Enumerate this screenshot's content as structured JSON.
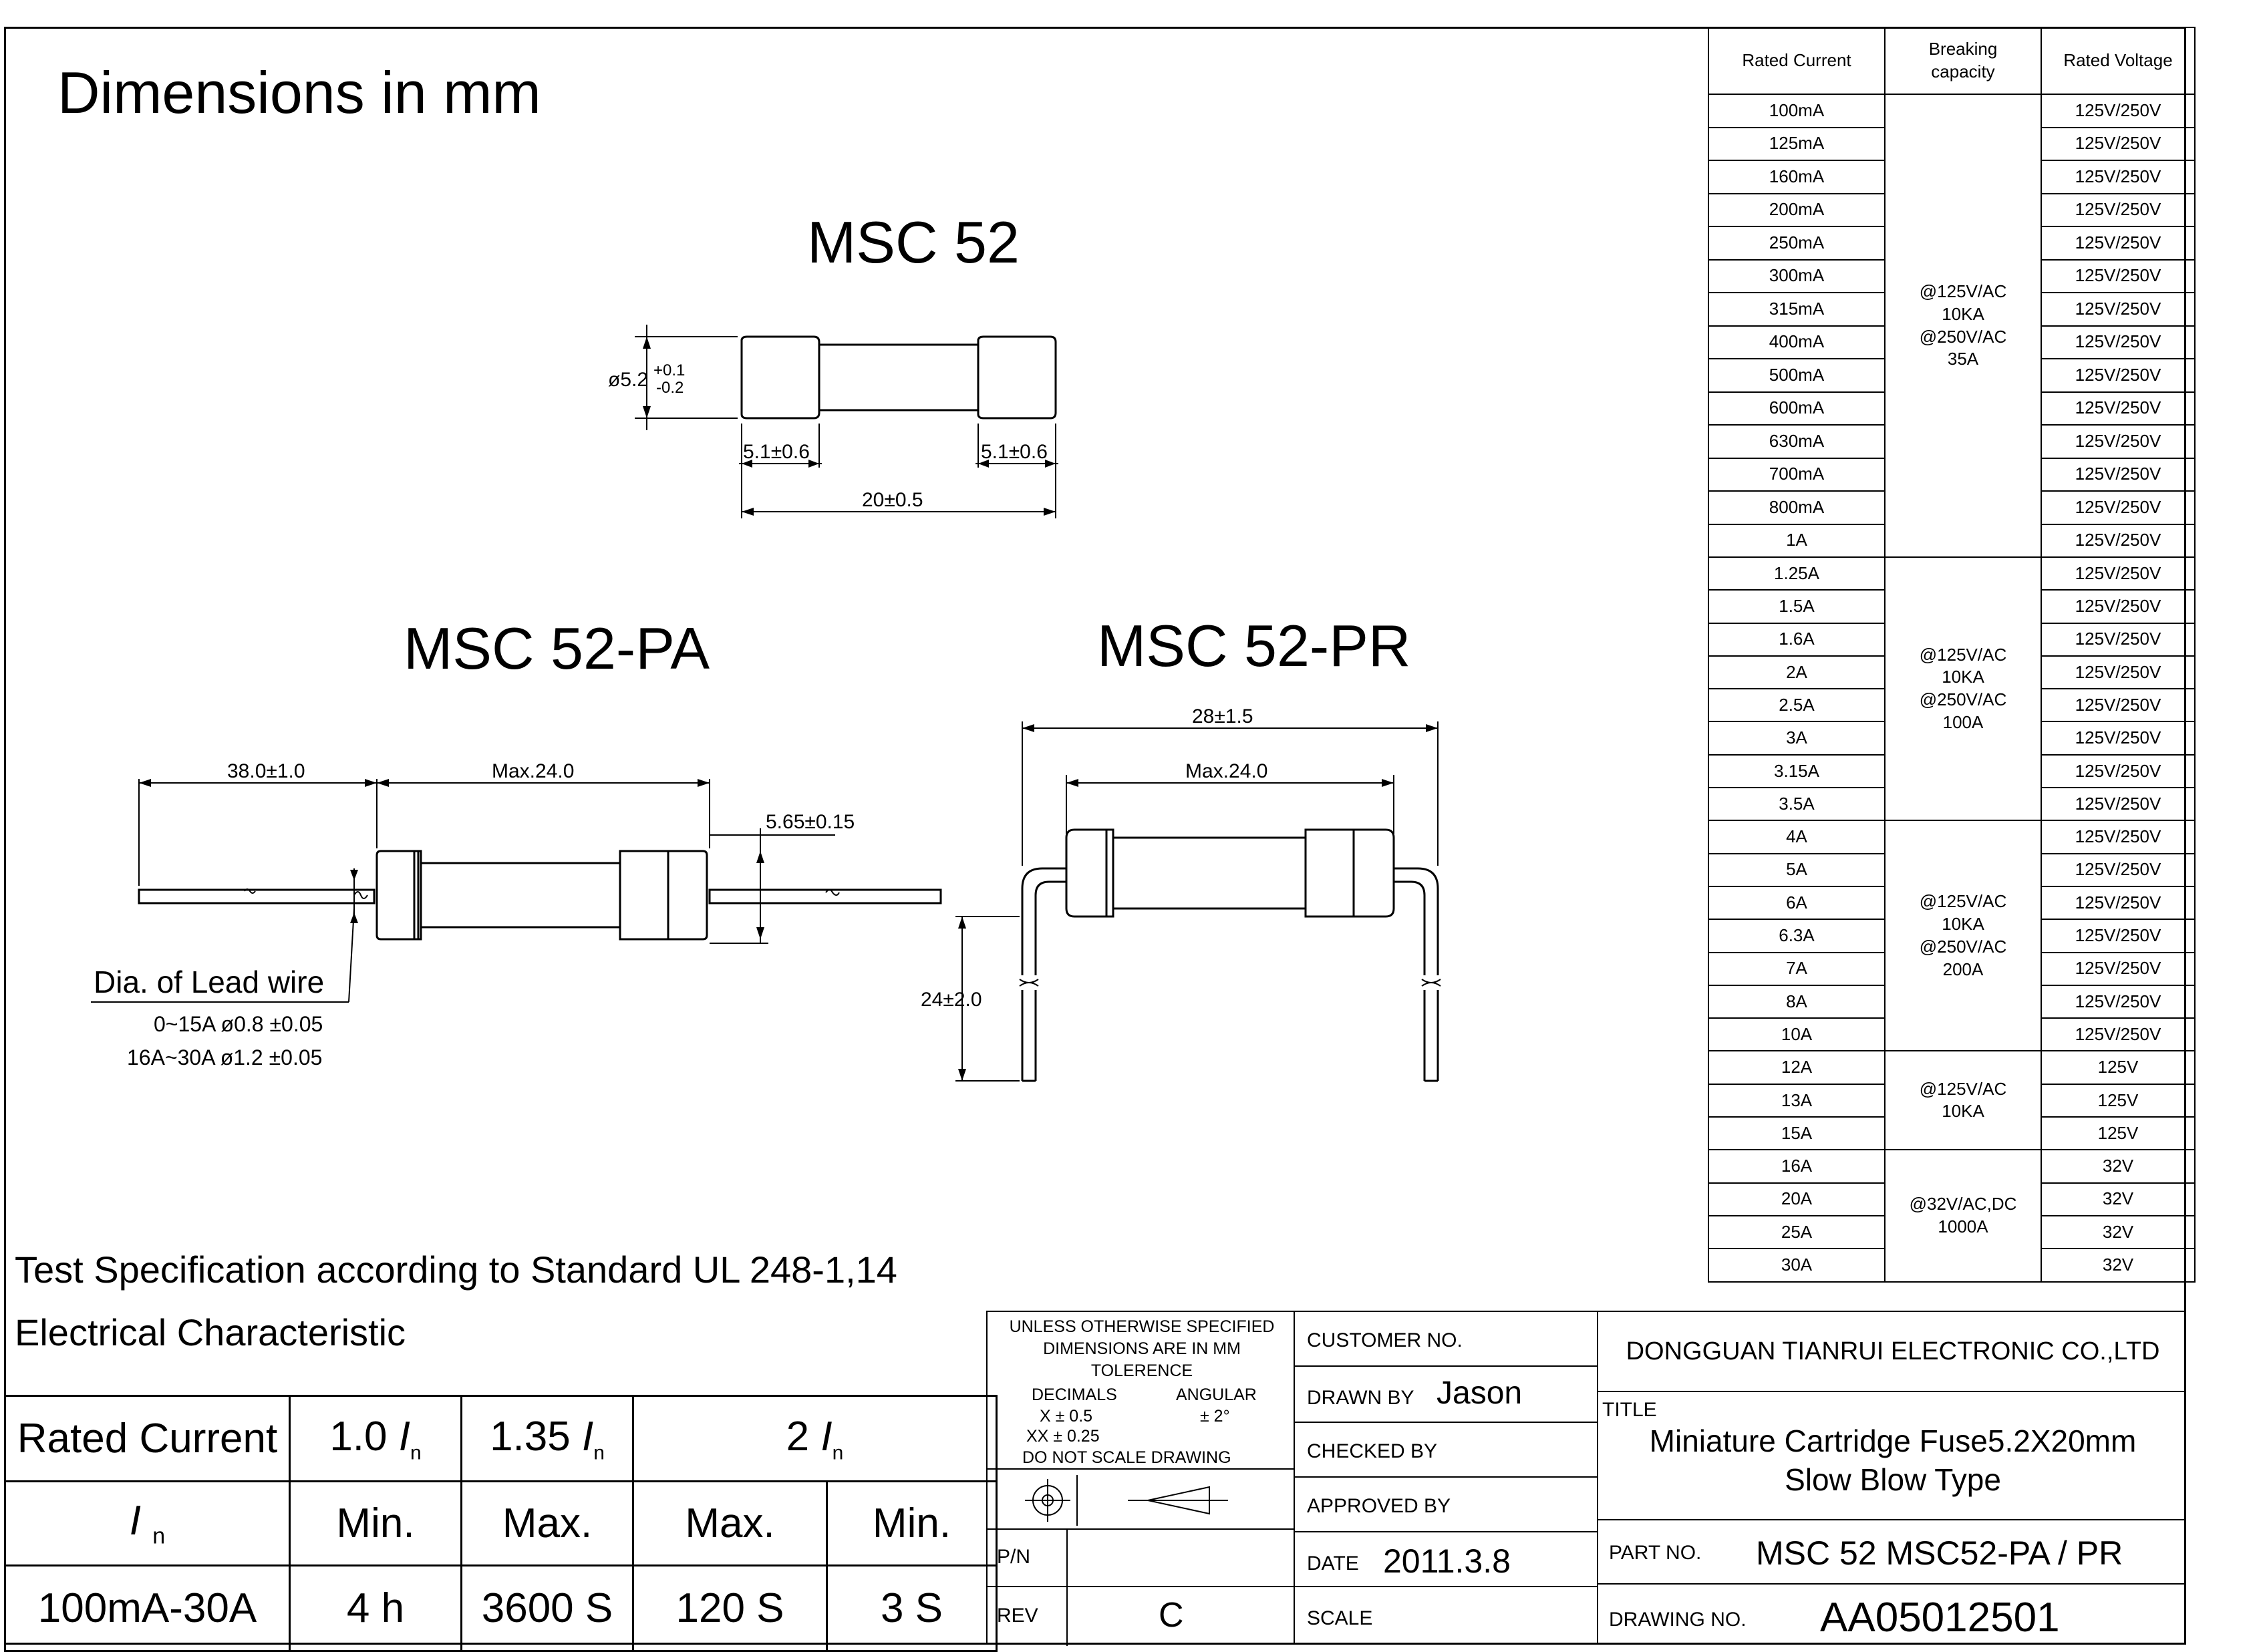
{
  "header": {
    "dimensions_note": "Dimensions in mm"
  },
  "drawings": {
    "msc52": {
      "title": "MSC 52",
      "diameter_main": "ø5.2",
      "diameter_tol_plus": "+0.1",
      "diameter_tol_minus": "-0.2",
      "cap_left": "5.1±0.6",
      "cap_right": "5.1±0.6",
      "length": "20±0.5"
    },
    "msc52pa": {
      "title": "MSC 52-PA",
      "lead_length": "38.0±1.0",
      "body_max": "Max.24.0",
      "cap_dia": "5.65±0.15",
      "lead_wire_title": "Dia. of Lead wire",
      "lead_wire_1": "0~15A ø0.8 ±0.05",
      "lead_wire_2": "16A~30A ø1.2 ±0.05"
    },
    "msc52pr": {
      "title": "MSC 52-PR",
      "overall": "28±1.5",
      "body_max": "Max.24.0",
      "lead_height": "24±2.0"
    }
  },
  "rating_table": {
    "headers": {
      "current": "Rated Current",
      "breaking": "Breaking\ncapacity",
      "voltage": "Rated Voltage"
    },
    "rows": [
      {
        "current": "100mA",
        "voltage": "125V/250V"
      },
      {
        "current": "125mA",
        "voltage": "125V/250V"
      },
      {
        "current": "160mA",
        "voltage": "125V/250V"
      },
      {
        "current": "200mA",
        "voltage": "125V/250V"
      },
      {
        "current": "250mA",
        "voltage": "125V/250V"
      },
      {
        "current": "300mA",
        "voltage": "125V/250V"
      },
      {
        "current": "315mA",
        "voltage": "125V/250V"
      },
      {
        "current": "400mA",
        "voltage": "125V/250V"
      },
      {
        "current": "500mA",
        "voltage": "125V/250V"
      },
      {
        "current": "600mA",
        "voltage": "125V/250V"
      },
      {
        "current": "630mA",
        "voltage": "125V/250V"
      },
      {
        "current": "700mA",
        "voltage": "125V/250V"
      },
      {
        "current": "800mA",
        "voltage": "125V/250V"
      },
      {
        "current": "1A",
        "voltage": "125V/250V"
      },
      {
        "current": "1.25A",
        "voltage": "125V/250V"
      },
      {
        "current": "1.5A",
        "voltage": "125V/250V"
      },
      {
        "current": "1.6A",
        "voltage": "125V/250V"
      },
      {
        "current": "2A",
        "voltage": "125V/250V"
      },
      {
        "current": "2.5A",
        "voltage": "125V/250V"
      },
      {
        "current": "3A",
        "voltage": "125V/250V"
      },
      {
        "current": "3.15A",
        "voltage": "125V/250V"
      },
      {
        "current": "3.5A",
        "voltage": "125V/250V"
      },
      {
        "current": "4A",
        "voltage": "125V/250V"
      },
      {
        "current": "5A",
        "voltage": "125V/250V"
      },
      {
        "current": "6A",
        "voltage": "125V/250V"
      },
      {
        "current": "6.3A",
        "voltage": "125V/250V"
      },
      {
        "current": "7A",
        "voltage": "125V/250V"
      },
      {
        "current": "8A",
        "voltage": "125V/250V"
      },
      {
        "current": "10A",
        "voltage": "125V/250V"
      },
      {
        "current": "12A",
        "voltage": "125V"
      },
      {
        "current": "13A",
        "voltage": "125V"
      },
      {
        "current": "15A",
        "voltage": "125V"
      },
      {
        "current": "16A",
        "voltage": "32V"
      },
      {
        "current": "20A",
        "voltage": "32V"
      },
      {
        "current": "25A",
        "voltage": "32V"
      },
      {
        "current": "30A",
        "voltage": "32V"
      }
    ],
    "breaking_groups": [
      {
        "text": "@125V/AC\n10KA\n@250V/AC\n35A",
        "rows": 14
      },
      {
        "text": "@125V/AC\n10KA\n@250V/AC\n100A",
        "rows": 8
      },
      {
        "text": "@125V/AC\n10KA\n@250V/AC\n200A",
        "rows": 7
      },
      {
        "text": "@125V/AC\n10KA",
        "rows": 3
      },
      {
        "text": "@32V/AC,DC\n1000A",
        "rows": 4
      }
    ]
  },
  "test_spec": {
    "standard": "Test Specification according to Standard UL 248-1,14",
    "electrical": "Electrical Characteristic"
  },
  "elec_table": {
    "rated_current_label": "Rated Current",
    "mult_1": "1.0",
    "mult_2": "1.35",
    "mult_3": "2",
    "in_symbol": "I",
    "in_sub": "n",
    "min_1": "Min.",
    "max_1": "Max.",
    "max_2": "Max.",
    "min_2": "Min.",
    "range": "100mA-30A",
    "val_1": "4 h",
    "val_2": "3600 S",
    "val_3": "120 S",
    "val_4": "3 S"
  },
  "title_block": {
    "tolerance_lines": [
      "UNLESS OTHERWISE SPECIFIED",
      "DIMENSIONS ARE IN MM",
      "TOLERENCE"
    ],
    "decimals_label": "DECIMALS",
    "angular_label": "ANGULAR",
    "tol_x": "X  ±  0.5",
    "tol_ang": "±  2°",
    "tol_xx": "XX  ±  0.25",
    "no_scale": "DO NOT SCALE DRAWING",
    "pn_label": "P/N",
    "rev_label": "REV",
    "rev_value": "C",
    "customer_label": "CUSTOMER NO.",
    "drawn_label": "DRAWN BY",
    "drawn_value": "Jason",
    "checked_label": "CHECKED BY",
    "approved_label": "APPROVED BY",
    "date_label": "DATE",
    "date_value": "2011.3.8",
    "scale_label": "SCALE",
    "company": "DONGGUAN TIANRUI ELECTRONIC CO.,LTD",
    "title_label": "TITLE",
    "title_line1": "Miniature Cartridge Fuse5.2X20mm",
    "title_line2": "Slow Blow Type",
    "part_label": "PART NO.",
    "part_value": "MSC 52  MSC52-PA / PR",
    "drawing_label": "DRAWING NO.",
    "drawing_value": "AA05012501"
  }
}
